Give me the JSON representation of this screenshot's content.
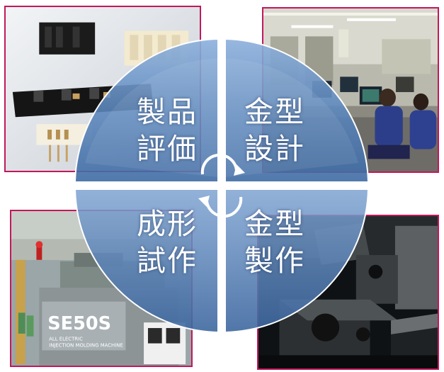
{
  "cycle": {
    "quadrants": [
      {
        "id": "eval",
        "line1": "製品",
        "line2": "評価"
      },
      {
        "id": "design",
        "line1": "金型",
        "line2": "設計"
      },
      {
        "id": "mold",
        "line1": "成形",
        "line2": "試作"
      },
      {
        "id": "make",
        "line1": "金型",
        "line2": "製作"
      }
    ],
    "colors": {
      "quadrant_fill": "#5b87bd",
      "quadrant_stroke": "#ffffff",
      "photo_border": "#c2185b"
    }
  },
  "photos": {
    "machine_label": "SE50S",
    "machine_sublabel_1": "ALL ELECTRIC",
    "machine_sublabel_2": "INJECTION MOLDING MACHINE"
  }
}
